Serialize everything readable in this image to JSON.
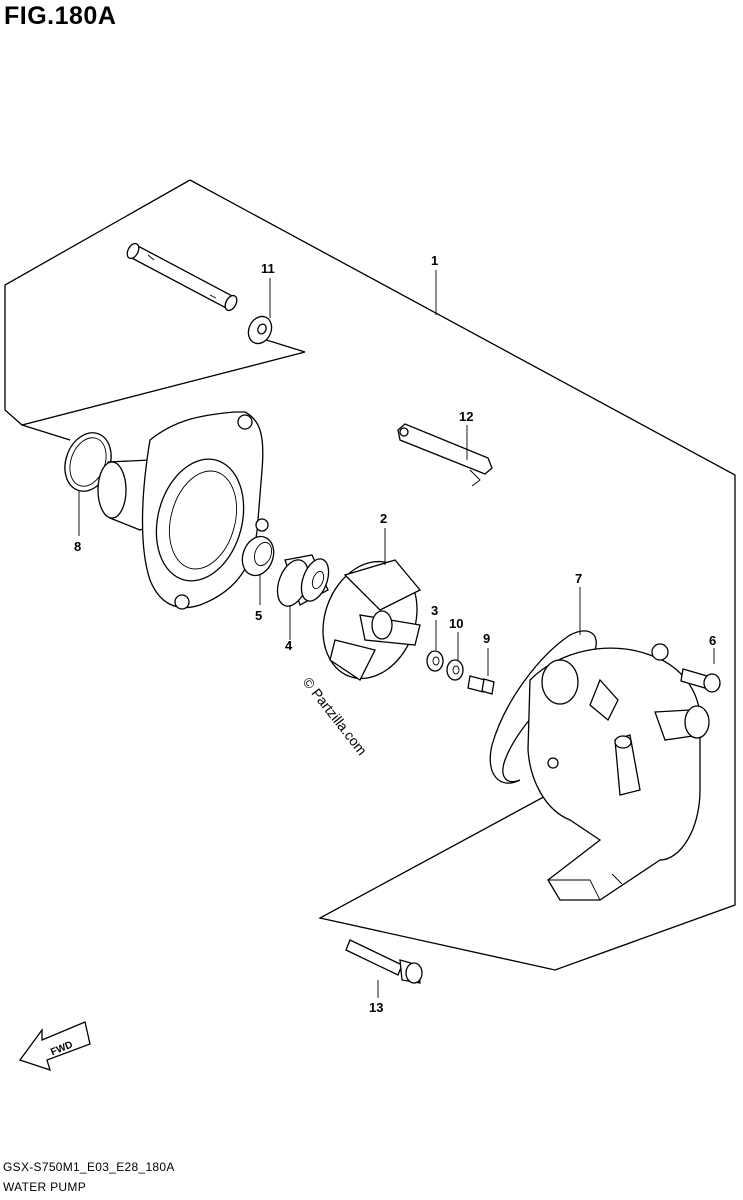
{
  "figure": {
    "title": "FIG.180A",
    "code": "GSX-S750M1_E03_E28_180A",
    "name": "WATER PUMP",
    "watermark": "© Partzilla.com",
    "fwd_label": "FWD"
  },
  "callouts": [
    {
      "id": "1",
      "label": "1"
    },
    {
      "id": "2",
      "label": "2"
    },
    {
      "id": "3",
      "label": "3"
    },
    {
      "id": "4",
      "label": "4"
    },
    {
      "id": "5",
      "label": "5"
    },
    {
      "id": "6",
      "label": "6"
    },
    {
      "id": "7",
      "label": "7"
    },
    {
      "id": "8",
      "label": "8"
    },
    {
      "id": "9",
      "label": "9"
    },
    {
      "id": "10",
      "label": "10"
    },
    {
      "id": "11",
      "label": "11"
    },
    {
      "id": "12",
      "label": "12"
    },
    {
      "id": "13",
      "label": "13"
    }
  ]
}
